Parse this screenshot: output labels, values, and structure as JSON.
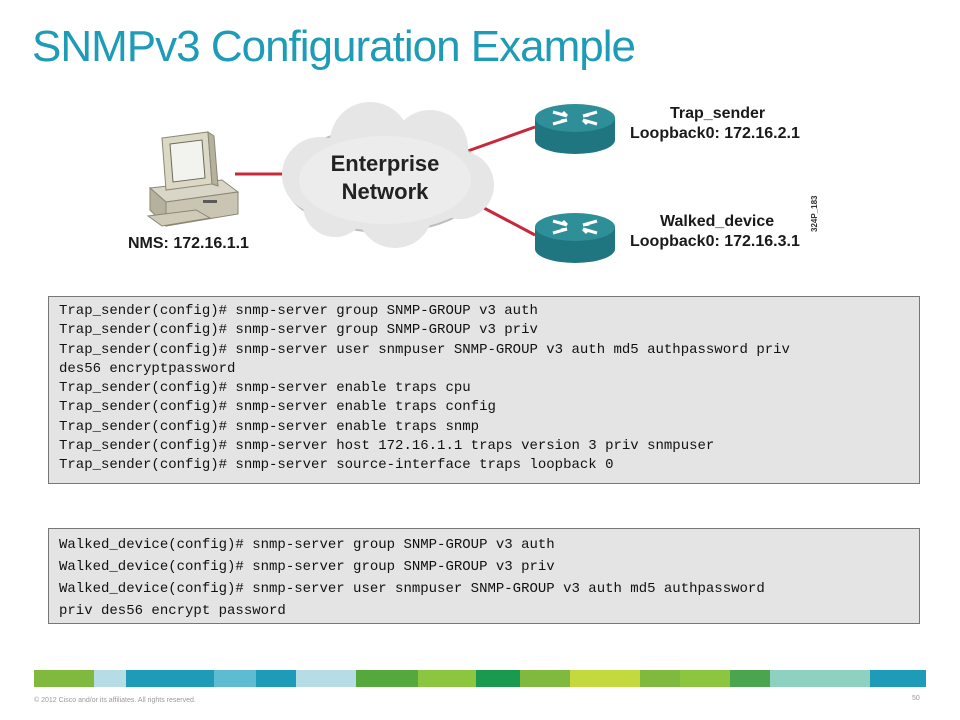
{
  "title": "SNMPv3 Configuration Example",
  "diagram": {
    "cloud_label_line1": "Enterprise",
    "cloud_label_line2": "Network",
    "nms_label": "NMS: 172.16.1.1",
    "trap_sender_name": "Trap_sender",
    "trap_sender_loopback": "Loopback0: 172.16.2.1",
    "walked_device_name": "Walked_device",
    "walked_device_loopback": "Loopback0: 172.16.3.1",
    "figure_id": "324P_183",
    "colors": {
      "link": "#c8283c",
      "router": "#2e8f98",
      "cloud": "#e6e6e6"
    },
    "icons": [
      "pc-icon",
      "cloud-icon",
      "router-icon"
    ]
  },
  "code_block_1": [
    "Trap_sender(config)# snmp-server group SNMP-GROUP v3 auth",
    "Trap_sender(config)# snmp-server group SNMP-GROUP v3 priv",
    "Trap_sender(config)# snmp-server user snmpuser SNMP-GROUP v3 auth md5 authpassword priv",
    "des56 encryptpassword",
    "Trap_sender(config)# snmp-server enable traps cpu",
    "Trap_sender(config)# snmp-server enable traps config",
    "Trap_sender(config)# snmp-server enable traps snmp",
    "Trap_sender(config)# snmp-server host 172.16.1.1 traps version 3 priv snmpuser",
    "Trap_sender(config)# snmp-server source-interface traps loopback 0"
  ],
  "code_block_2": [
    "Walked_device(config)# snmp-server group SNMP-GROUP v3 auth",
    "Walked_device(config)# snmp-server group SNMP-GROUP v3 priv",
    "Walked_device(config)# snmp-server user snmpuser SNMP-GROUP v3 auth md5 authpassword",
    "priv des56 encrypt password"
  ],
  "footer": {
    "copyright": "© 2012 Cisco and/or its affiliates. All rights reserved.",
    "page_number": "50",
    "bar_colors": [
      "#7fba3e",
      "#b6dde6",
      "#1d9bb7",
      "#5dbbd2",
      "#1d9bb7",
      "#b6dde6",
      "#55a83c",
      "#8cc63e",
      "#1a9a4e",
      "#7fba3e",
      "#c4d93e",
      "#7fba3e",
      "#8cc63e",
      "#4aa54e",
      "#8ed1c0",
      "#1d9bb7"
    ]
  }
}
